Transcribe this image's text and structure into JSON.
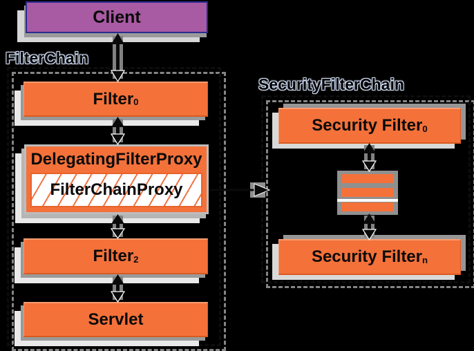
{
  "diagram": {
    "background": "#000000",
    "client": {
      "label": "Client",
      "fill": "#A85AA3",
      "border": "#2B2B8F"
    },
    "filter_chain": {
      "label": "FilterChain",
      "filter0": {
        "label": "Filter",
        "sub": "0"
      },
      "delegating_filter_proxy": {
        "label": "DelegatingFilterProxy"
      },
      "filter_chain_proxy": {
        "label": "FilterChainProxy"
      },
      "filter2": {
        "label": "Filter",
        "sub": "2"
      },
      "servlet": {
        "label": "Servlet"
      }
    },
    "security_filter_chain": {
      "label": "SecurityFilterChain",
      "security_filter_0": {
        "label": "Security Filter",
        "sub": "0"
      },
      "ellipsis_bar_count": 3,
      "security_filter_n": {
        "label": "Security Filter",
        "sub": "n"
      }
    },
    "colors": {
      "box_orange": "#F4713A",
      "shadow_gray": "#969696",
      "shadow_light": "#E9E9E9",
      "hatch_orange": "#EF7443"
    },
    "icons": {
      "vertical_double_arrow": "double-arrow-icon",
      "flow_arrow": "right-arrow-icon"
    }
  }
}
